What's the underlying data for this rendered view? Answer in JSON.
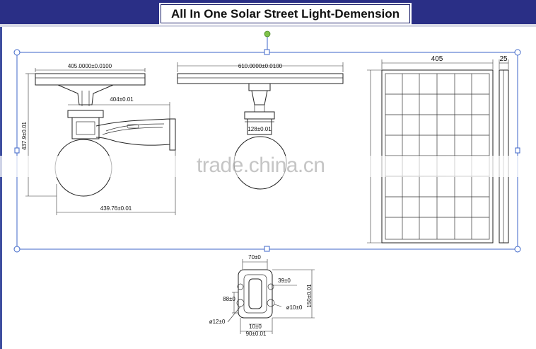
{
  "title": "All In One Solar Street Light-Demension",
  "colors": {
    "banner": "#2a2f86",
    "selection": "#3d66c8",
    "line": "#222222"
  },
  "left_view": {
    "panel_width": "405.0000±0.0100",
    "arm_length": "404±0.01",
    "height": "437.9±0.01",
    "overall_length": "439.76±0.01"
  },
  "front_view": {
    "panel_width": "610.0000±0.0100",
    "neck": "128±0.01"
  },
  "panel_view": {
    "width": "405",
    "depth": "25"
  },
  "bracket_view": {
    "top_width": "70±0",
    "inner_width": "39±0",
    "hole_height": "88±0",
    "hole_dia_left": "ø12±0",
    "hole_dia_right": "ø10±0",
    "height": "150±0.01",
    "bottom_small": "10±0",
    "bottom_width": "90±0.01"
  },
  "watermark": "trade.china.cn"
}
